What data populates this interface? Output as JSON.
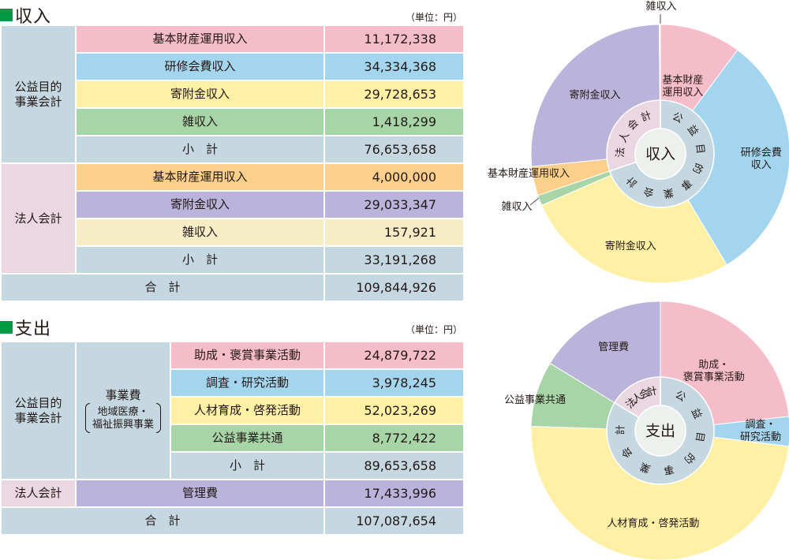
{
  "income": {
    "heading": "収入",
    "unit": "（単位：円）",
    "rows": [
      {
        "group": "公益目的\n事業会計",
        "item": "基本財産運用収入",
        "amount": "11,172,338"
      },
      {
        "item": "研修会費収入",
        "amount": "34,334,368"
      },
      {
        "item": "寄附金収入",
        "amount": "29,728,653"
      },
      {
        "item": "雑収入",
        "amount": "1,418,299"
      },
      {
        "item": "小　計",
        "amount": "76,653,658"
      },
      {
        "group": "法人会計",
        "item": "基本財産運用収入",
        "amount": "4,000,000"
      },
      {
        "item": "寄附金収入",
        "amount": "29,033,347"
      },
      {
        "item": "雑収入",
        "amount": "157,921"
      },
      {
        "item": "小　計",
        "amount": "33,191,268"
      }
    ],
    "total_label": "合　計",
    "total_amount": "109,844,926"
  },
  "expense": {
    "heading": "支出",
    "unit": "（単位：円）",
    "group_public": "公益目的\n事業会計",
    "category_main": "事業費",
    "category_sub": "地域医療・\n福祉振興事業",
    "rows": [
      {
        "item": "助成・褒賞事業活動",
        "amount": "24,879,722"
      },
      {
        "item": "調査・研究活動",
        "amount": "3,978,245"
      },
      {
        "item": "人材育成・啓発活動",
        "amount": "52,023,269"
      },
      {
        "item": "公益事業共通",
        "amount": "8,772,422"
      },
      {
        "item": "小　計",
        "amount": "89,653,658"
      }
    ],
    "group_corp": "法人会計",
    "corp_item": "管理費",
    "corp_amount": "17,433,996",
    "total_label": "合　計",
    "total_amount": "107,087,654"
  },
  "chart_data": [
    {
      "type": "pie",
      "center_label": "収入",
      "inner_ring": [
        {
          "label": "公益目的事業会計",
          "value": 76653658,
          "color": "#c5d8e2"
        },
        {
          "label": "法人会計",
          "value": 33191268,
          "color": "#ead7e2"
        }
      ],
      "slices": [
        {
          "label": "基本財産\n運用収入",
          "value": 11172338,
          "color": "#f5bcc9"
        },
        {
          "label": "研修会費\n収入",
          "value": 34334368,
          "color": "#a3d6ee"
        },
        {
          "label": "寄附金収入",
          "value": 29728653,
          "color": "#fff0a6"
        },
        {
          "label": "雑収入",
          "value": 1418299,
          "color": "#a8d5a8"
        },
        {
          "label": "基本財産運用収入",
          "value": 4000000,
          "color": "#fcd08a"
        },
        {
          "label": "寄附金収入",
          "value": 29033347,
          "color": "#bab4dc"
        },
        {
          "label": "雑収入",
          "value": 157921,
          "color": "#f6ecc6"
        }
      ]
    },
    {
      "type": "pie",
      "center_label": "支出",
      "inner_ring": [
        {
          "label": "公益目的事業会計",
          "value": 89653658,
          "color": "#c5d8e2"
        },
        {
          "label": "法人会計",
          "value": 17433996,
          "color": "#ead7e2"
        }
      ],
      "slices": [
        {
          "label": "助成・\n褒賞事業活動",
          "value": 24879722,
          "color": "#f5bcc9"
        },
        {
          "label": "調査・\n研究活動",
          "value": 3978245,
          "color": "#a3d6ee"
        },
        {
          "label": "人材育成・啓発活動",
          "value": 52023269,
          "color": "#fff0a6"
        },
        {
          "label": "公益事業共通",
          "value": 8772422,
          "color": "#a8d5a8"
        },
        {
          "label": "管理費",
          "value": 17433996,
          "color": "#bab4dc"
        }
      ]
    }
  ]
}
